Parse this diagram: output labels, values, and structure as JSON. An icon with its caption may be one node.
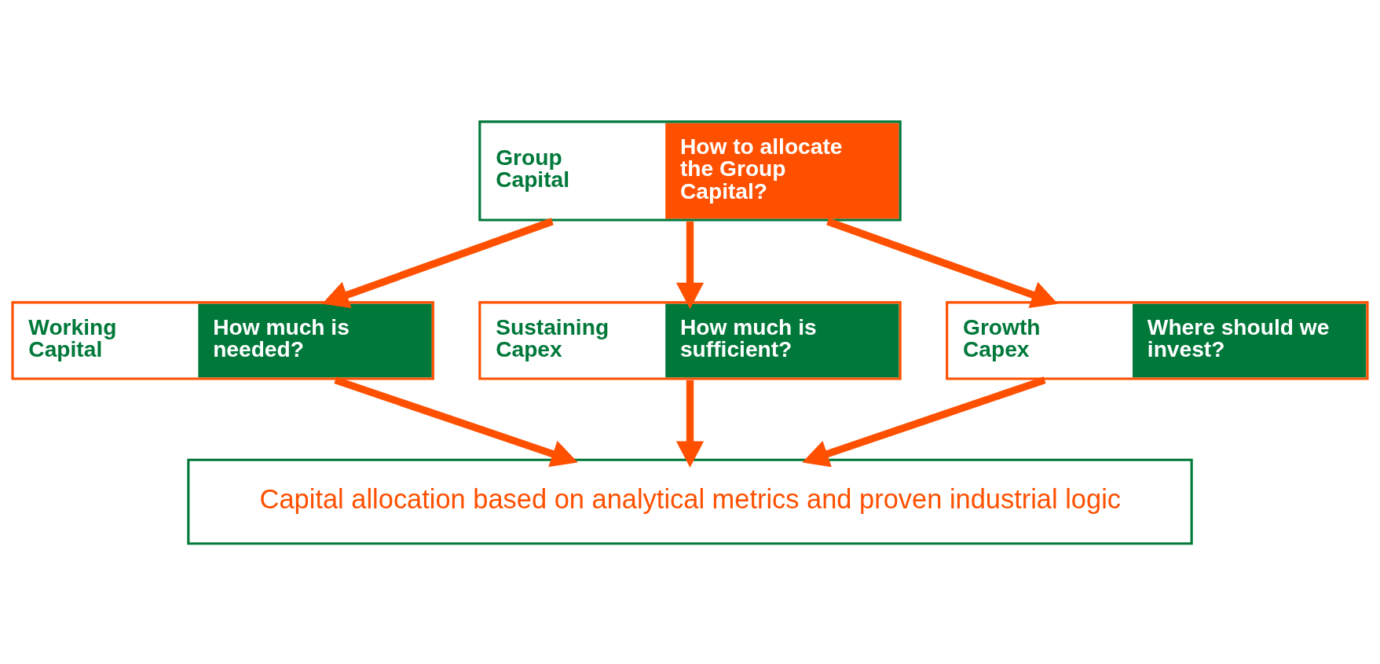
{
  "diagram": {
    "nodes": [
      {
        "text": [
          "Group Capital",
          "How to allocate the Group Capital?"
        ]
      },
      {
        "text": [
          "Working Capital",
          "How much is needed?"
        ]
      },
      {
        "text": [
          "Sustaining Capex",
          "How much is sufficient?"
        ]
      },
      {
        "text": [
          "Growth Capex",
          "Where should we invest?"
        ]
      },
      {
        "text": [
          "Capital allocation based on analytical metrics and proven industrial logic"
        ]
      }
    ],
    "edges": [
      {
        "from": 0,
        "to": 1,
        "arrow": "to"
      },
      {
        "from": 0,
        "to": 2,
        "arrow": "to"
      },
      {
        "from": 0,
        "to": 3,
        "arrow": "to"
      },
      {
        "from": 1,
        "to": 4,
        "arrow": "to"
      },
      {
        "from": 2,
        "to": 4,
        "arrow": "to"
      },
      {
        "from": 3,
        "to": 4,
        "arrow": "to"
      }
    ]
  }
}
